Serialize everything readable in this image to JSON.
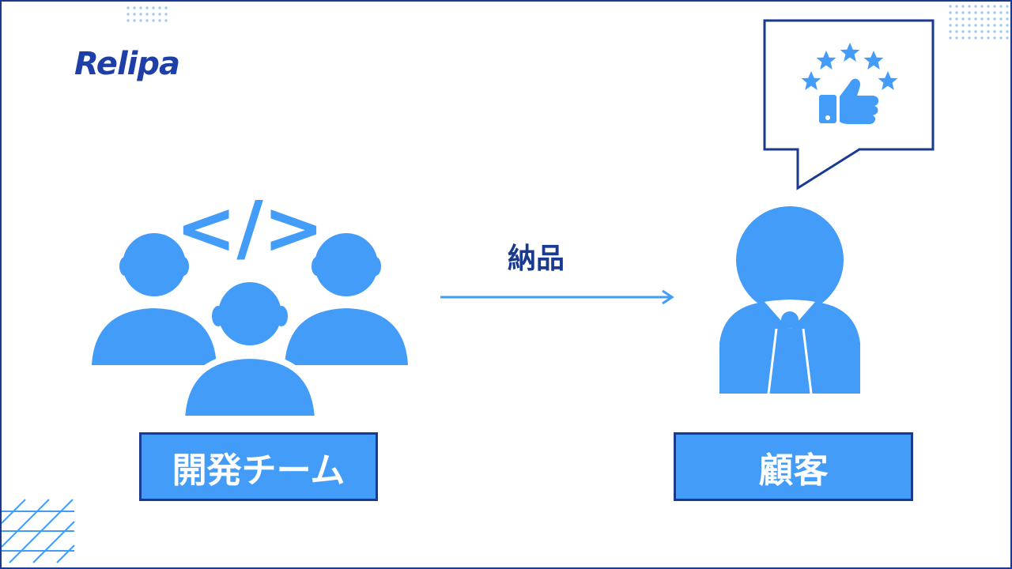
{
  "brand": {
    "logo_text": "Relipa"
  },
  "team": {
    "label": "開発チーム",
    "code_symbol": "</>"
  },
  "client": {
    "label": "顧客"
  },
  "arrow": {
    "label": "納品"
  },
  "feedback": {
    "star_count": 5,
    "icon": "thumbs-up-icon"
  },
  "colors": {
    "primary": "#429cf8",
    "dark": "#1a3a8f"
  }
}
